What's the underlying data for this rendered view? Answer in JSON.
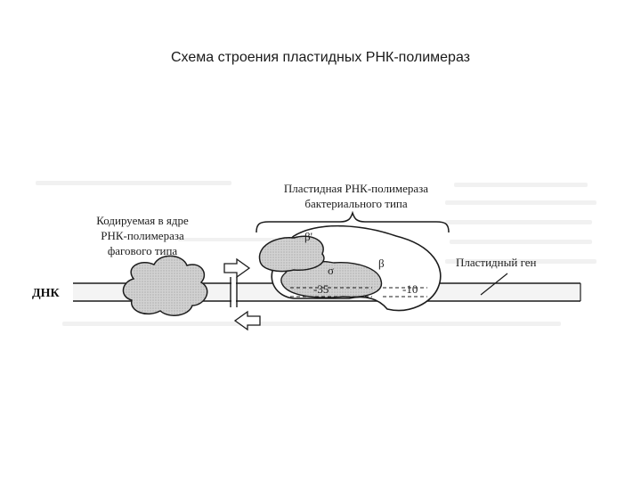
{
  "slide": {
    "title": "Схема строения пластидных РНК-полимераз"
  },
  "diagram": {
    "bacterial_type_line1": "Пластидная РНК-полимераза",
    "bacterial_type_line2": "бактериального типа",
    "phage_type_line1": "Кодируемая в ядре",
    "phage_type_line2": "РНК-полимераза",
    "phage_type_line3": "фагового типа",
    "dna_label": "ДНК",
    "plastid_gene_label": "Пластидный ген",
    "beta_prime": "β'",
    "beta": "β",
    "sigma": "σ",
    "minus35": "-35",
    "minus10": "-10",
    "colors": {
      "ink": "#1c1c1c",
      "blob_fill": "#c9c9c9",
      "dna_fill": "#f4f4f4"
    }
  }
}
